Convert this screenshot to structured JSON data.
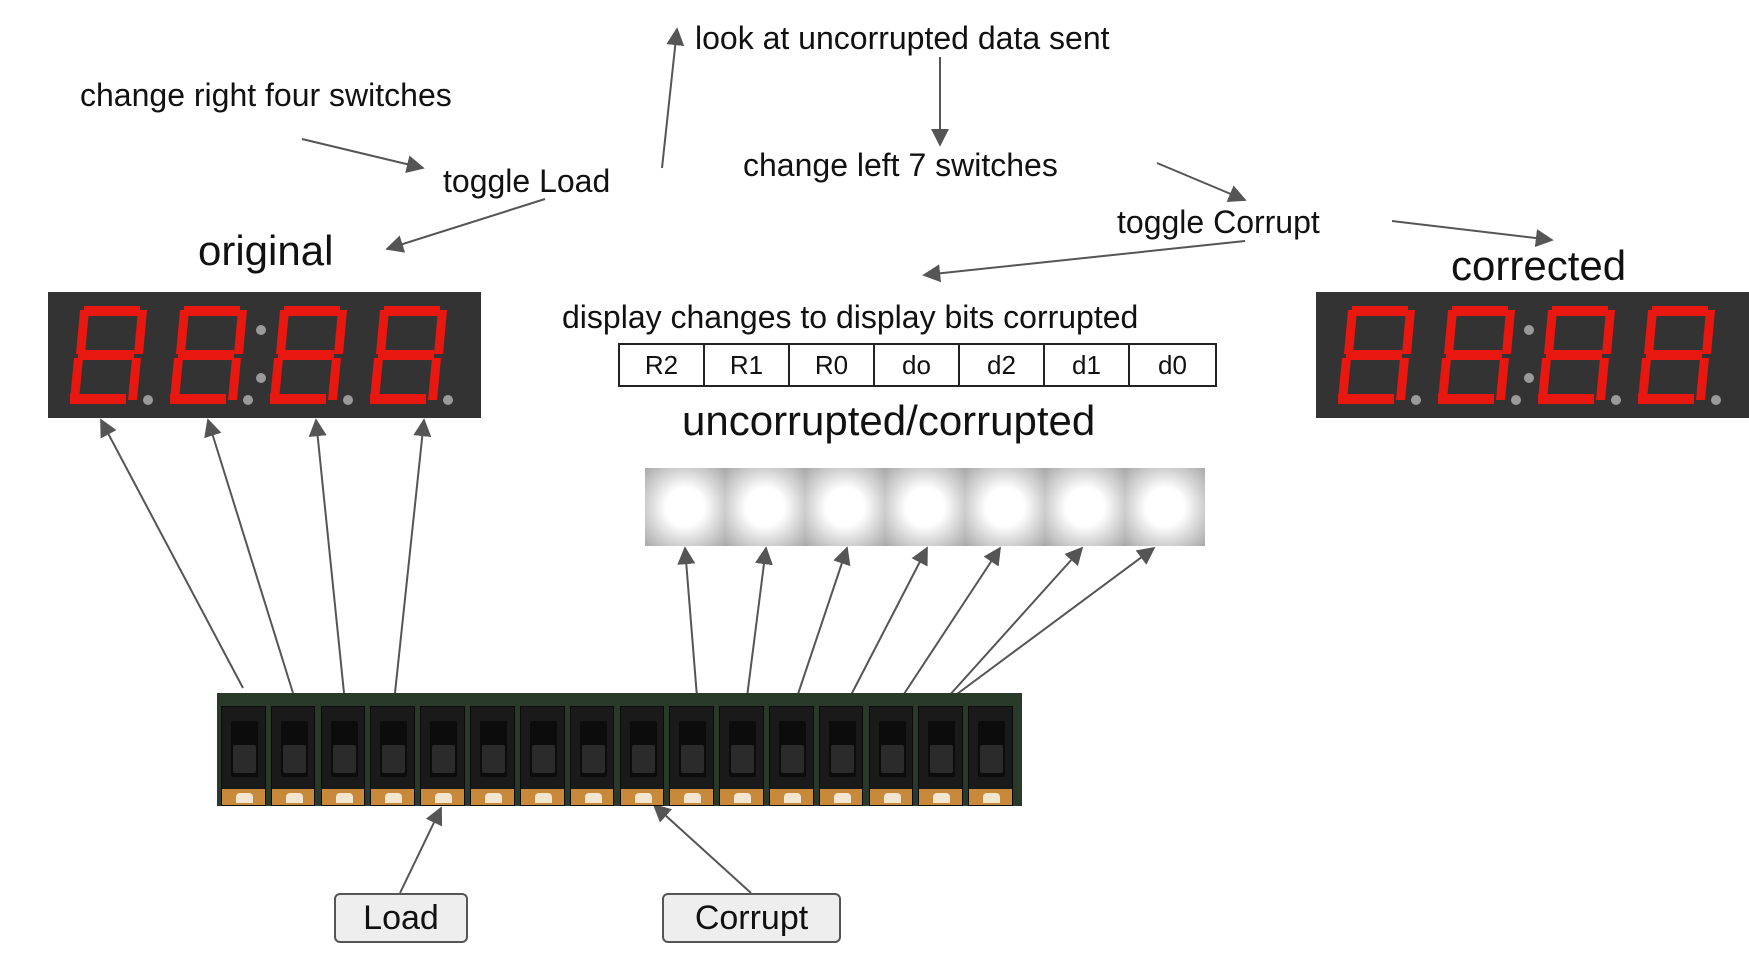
{
  "notes": {
    "change_right": "change right four switches",
    "toggle_load": "toggle Load",
    "look_uncorrupted": "look at uncorrupted data sent",
    "change_left": "change left 7 switches",
    "toggle_corrupt": "toggle Corrupt",
    "display_changes": "display changes to display bits corrupted"
  },
  "titles": {
    "original": "original",
    "corrected": "corrected",
    "uncorrupted_corrupted": "uncorrupted/corrupted"
  },
  "bit_labels": [
    "R2",
    "R1",
    "R0",
    "do",
    "d2",
    "d1",
    "d0"
  ],
  "buttons": {
    "load": "Load",
    "corrupt": "Corrupt"
  },
  "colors": {
    "segment_on": "#e81810",
    "segment_dark": "#333333",
    "dot": "#9a9a9a",
    "led_glow": "#ffffff",
    "arrow": "#555555"
  },
  "icons": {
    "seven_segment_digit": "seven-segment-digit-icon",
    "slide_switch": "slide-switch-icon",
    "led": "led-icon"
  }
}
